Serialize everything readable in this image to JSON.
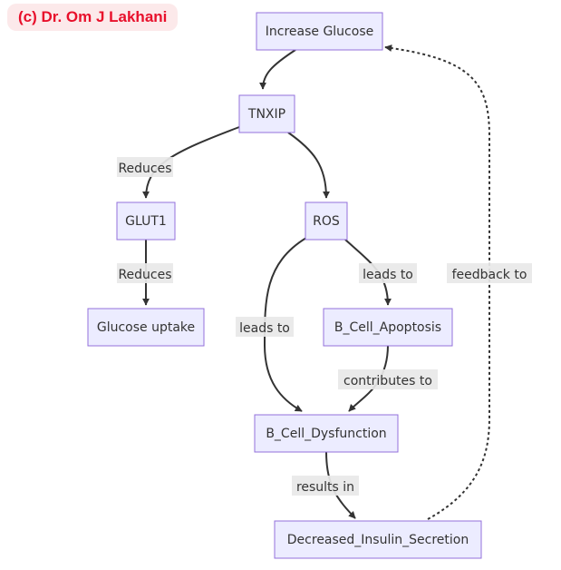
{
  "watermark": "(c) Dr. Om J Lakhani",
  "nodes": [
    {
      "id": "increase_glucose",
      "label": "Increase Glucose"
    },
    {
      "id": "tnxip",
      "label": "TNXIP"
    },
    {
      "id": "glut1",
      "label": "GLUT1"
    },
    {
      "id": "ros",
      "label": "ROS"
    },
    {
      "id": "glucose_uptake",
      "label": "Glucose uptake"
    },
    {
      "id": "b_cell_apoptosis",
      "label": "B_Cell_Apoptosis"
    },
    {
      "id": "b_cell_dysfunction",
      "label": "B_Cell_Dysfunction"
    },
    {
      "id": "decreased_insulin_secretion",
      "label": "Decreased_Insulin_Secretion"
    }
  ],
  "edges": [
    {
      "from": "increase_glucose",
      "to": "tnxip",
      "label": ""
    },
    {
      "from": "tnxip",
      "to": "glut1",
      "label": "Reduces"
    },
    {
      "from": "tnxip",
      "to": "ros",
      "label": ""
    },
    {
      "from": "glut1",
      "to": "glucose_uptake",
      "label": "Reduces"
    },
    {
      "from": "ros",
      "to": "b_cell_apoptosis",
      "label": "leads to"
    },
    {
      "from": "ros",
      "to": "b_cell_dysfunction",
      "label": "leads to"
    },
    {
      "from": "b_cell_apoptosis",
      "to": "b_cell_dysfunction",
      "label": "contributes to"
    },
    {
      "from": "b_cell_dysfunction",
      "to": "decreased_insulin_secretion",
      "label": "results in"
    },
    {
      "from": "decreased_insulin_secretion",
      "to": "increase_glucose",
      "label": "feedback to",
      "style": "dotted"
    }
  ]
}
